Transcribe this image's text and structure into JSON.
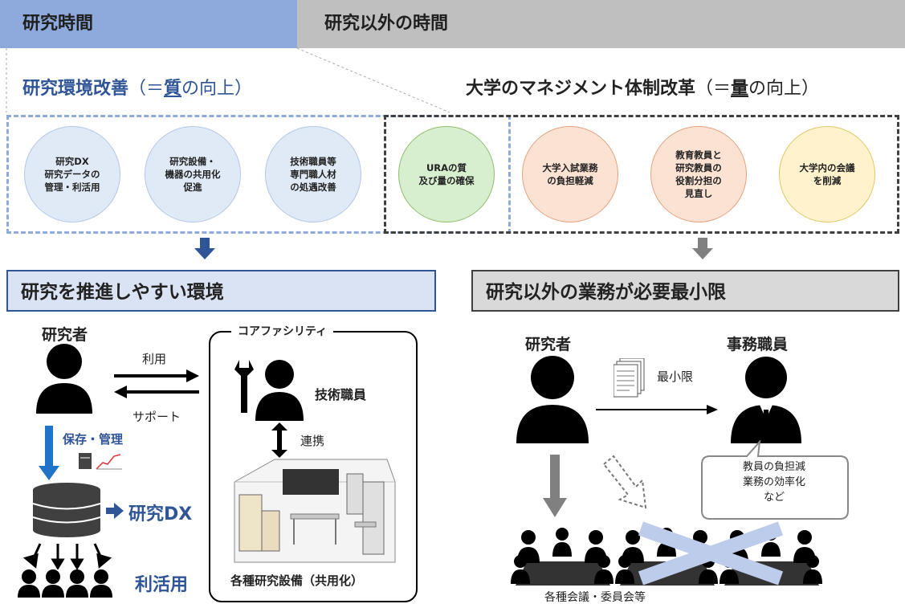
{
  "header": {
    "left": "研究時間",
    "right": "研究以外の時間"
  },
  "quality": {
    "prefix": "研究環境改善",
    "suffix": "（＝",
    "emph": "質",
    "end": "の向上）"
  },
  "quantity": {
    "prefix": "大学のマネジメント体制改革",
    "suffix": "（＝",
    "emph": "量",
    "end": "の向上）"
  },
  "circles": [
    "研究DX\n研究データの\n管理・利活用",
    "研究設備・\n機器の共用化\n促進",
    "技術職員等\n専門職人材\nの処遇改善",
    "URAの質\n及び量の確保",
    "大学入試業務\nの負担軽減",
    "教育教員と\n研究教員の\n役割分担の\n見直し",
    "大学内の会議\nを削減"
  ],
  "left_banner": "研究を推進しやすい環境",
  "right_banner": "研究以外の業務が必要最小限",
  "left": {
    "researcher": "研究者",
    "use": "利用",
    "support": "サポート",
    "store": "保存・管理",
    "dx": "研究DX",
    "utilize": "利活用",
    "core": "コアファシリティ",
    "tech_staff": "技術職員",
    "link": "連携",
    "equipment": "各種研究設備（共用化）"
  },
  "right": {
    "researcher": "研究者",
    "admin": "事務職員",
    "minimum": "最小限",
    "bubble": "教員の負担減\n業務の効率化\nなど",
    "meetings": "各種会議・委員会等"
  },
  "colors": {
    "blue": "#8ea9db",
    "gray": "#bfbfbf",
    "accent": "#2f5597",
    "arrow_blue": "#1f73c9"
  }
}
